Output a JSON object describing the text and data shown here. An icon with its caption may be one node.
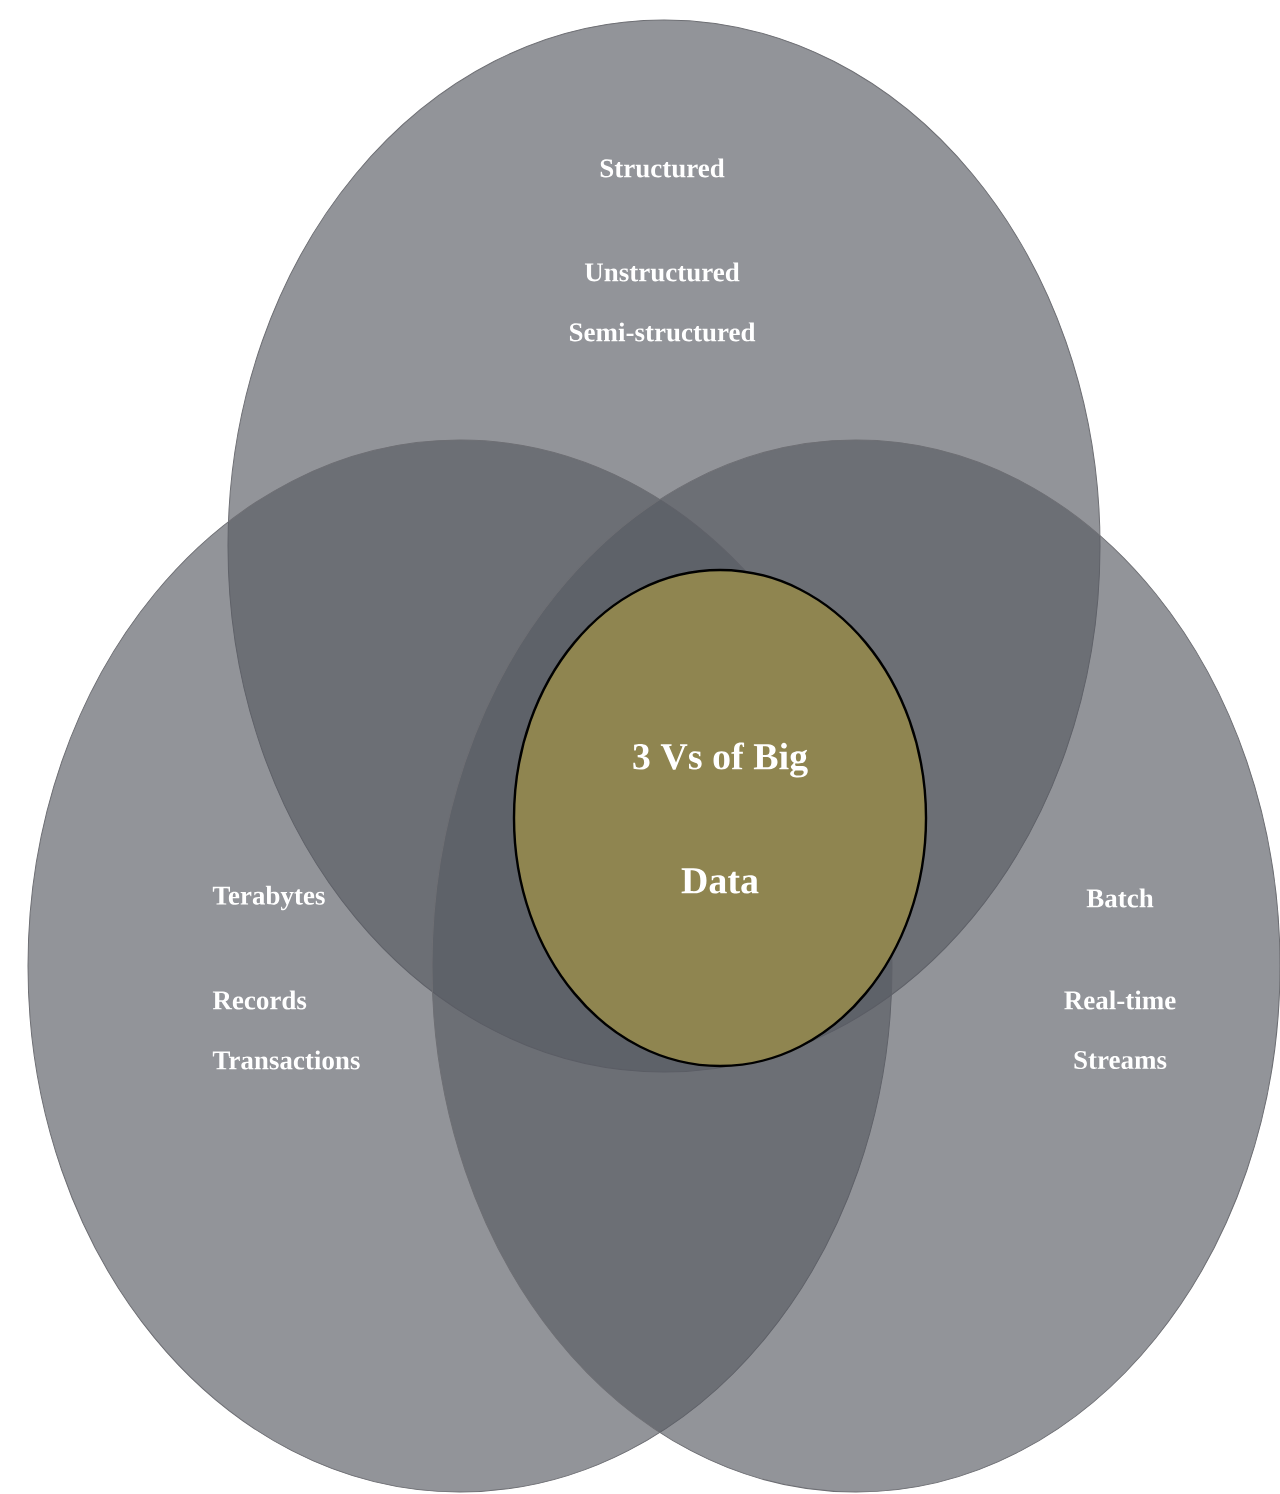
{
  "diagram": {
    "nodes": [
      {
        "text": [
          "Structured",
          "Unstructured",
          "Semi-structured"
        ]
      },
      {
        "text": [
          "Terabytes",
          "Records",
          "Transactions"
        ]
      },
      {
        "text": [
          "Batch",
          "Real-time",
          "Streams"
        ]
      },
      {
        "text": [
          "3 Vs of Big Data"
        ]
      }
    ]
  }
}
